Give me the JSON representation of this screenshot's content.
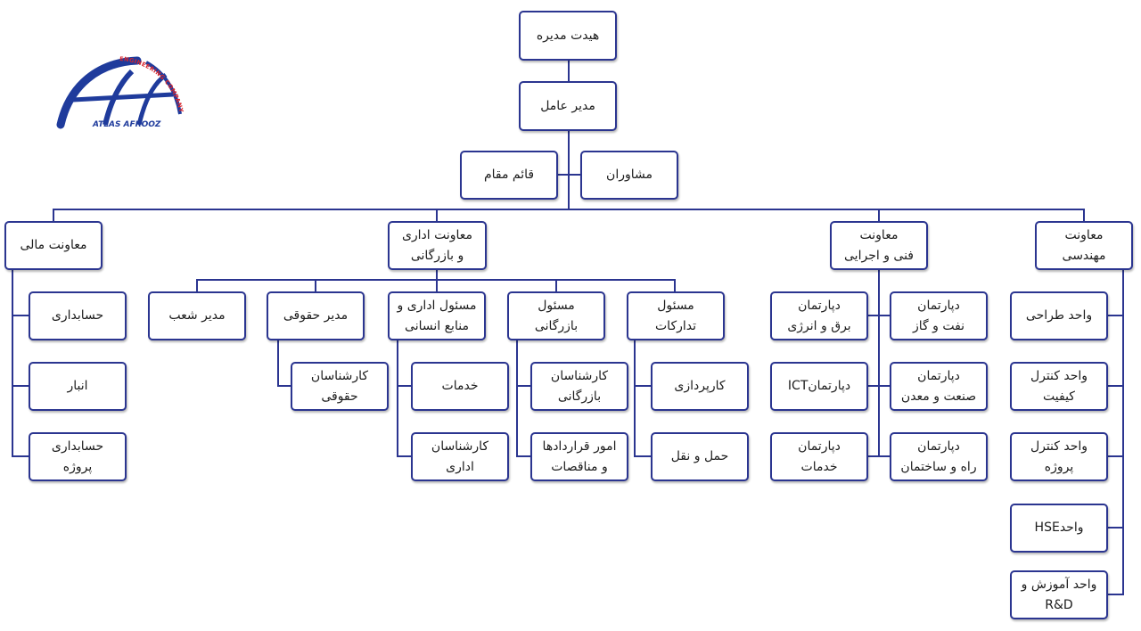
{
  "colors": {
    "line": "#2b3590",
    "logo_blue": "#1f3b9c",
    "logo_red": "#d8262d"
  },
  "logo": {
    "text_top": "ENGINEERING COMPANY",
    "text_bottom": "ATLAS AFROOZ"
  },
  "nodes": {
    "board": "هیدت مدیره",
    "ceo": "مدیر عامل",
    "advisors": "مشاوران",
    "deputy_ceo": "قائم مقام",
    "fin_vp": "معاونت مالی",
    "fin_accounting": "حسابداری",
    "fin_warehouse": "انبار",
    "fin_project_acc": "حسابداری\nپروژه",
    "admin_vp": "معاونت اداری\nو بازرگانی",
    "branch_manager": "مدیر شعب",
    "legal_manager": "مدیر حقوقی",
    "legal_expert": "کارشناسان\nحقوقی",
    "hr_officer": "مسئول اداری و\nمنابع انسانی",
    "services": "خدمات",
    "admin_expert": "کارشناسان\nاداری",
    "commerce_officer": "مسئول\nبازرگانی",
    "commerce_expert": "کارشناسان\nبازرگانی",
    "contracts_tenders": "امور قراردادها\nو مناقصات",
    "procurement_officer": "مسئول\nتدارکات",
    "purchasing": "کارپردازی",
    "transport": "حمل و نقل",
    "tech_vp": "معاونت\nفنی و اجرایی",
    "oil_gas_dept": "دپارتمان\nنفت و گاز",
    "power_energy_dept": "دپارتمان\nبرق و انرژی",
    "industry_mine_dept": "دپارتمان\nصنعت و معدن",
    "ict_dept": "دپارتمانICT",
    "road_building_dept": "دپارتمان\nراه و ساختمان",
    "services_dept": "دپارتمان\nخدمات",
    "eng_vp": "معاونت\nمهندسی",
    "design_unit": "واحد طراحی",
    "qc_unit": "واحد کنترل\nکیفیت",
    "project_control_unit": "واحد کنترل\nپروژه",
    "hse_unit": "واحدHSE",
    "training_rd_unit": "واحد آموزش و\nR&D"
  }
}
